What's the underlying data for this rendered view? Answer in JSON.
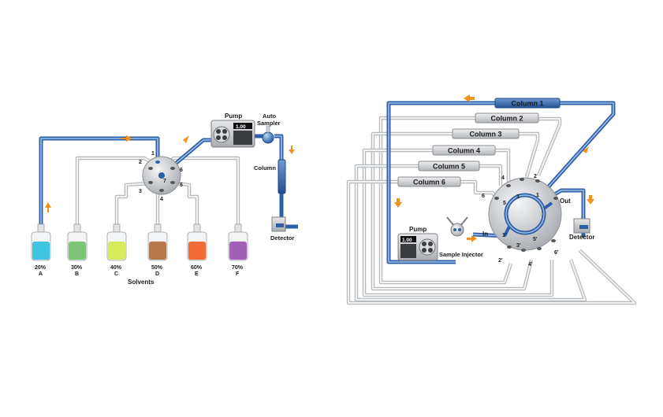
{
  "left": {
    "pump_label": "Pump",
    "pump_display": "1.00",
    "autosampler_label": [
      "Auto",
      "Sampler"
    ],
    "column_label": "Column",
    "detector_label": "Detector",
    "valve_ports": [
      "1",
      "2",
      "3",
      "4",
      "5",
      "6",
      "7"
    ],
    "solvents_label": "Solvents",
    "bottles": [
      {
        "pct": "20%",
        "letter": "A",
        "color": "#3ec3e0"
      },
      {
        "pct": "30%",
        "letter": "B",
        "color": "#7cc576"
      },
      {
        "pct": "40%",
        "letter": "C",
        "color": "#d6ea5a"
      },
      {
        "pct": "50%",
        "letter": "D",
        "color": "#b7794c"
      },
      {
        "pct": "60%",
        "letter": "E",
        "color": "#f26a36"
      },
      {
        "pct": "70%",
        "letter": "F",
        "color": "#a35fb5"
      }
    ]
  },
  "right": {
    "columns": [
      "Column 1",
      "Column 2",
      "Column 3",
      "Column 4",
      "Column 5",
      "Column 6"
    ],
    "pump_label": "Pump",
    "pump_display": "1.00",
    "sample_injector_label": "Sample Injector",
    "in_label": "In",
    "out_label": "Out",
    "detector_label": "Detector",
    "upper_ports": [
      "1",
      "2",
      "3",
      "4",
      "5",
      "6"
    ],
    "lower_ports": [
      "1'",
      "2'",
      "3'",
      "4'",
      "5'",
      "6'"
    ]
  },
  "colors": {
    "blue_tube": "#2f5fa6",
    "grey_tube": "#b9bcbf",
    "arrow": "#f0921c"
  }
}
